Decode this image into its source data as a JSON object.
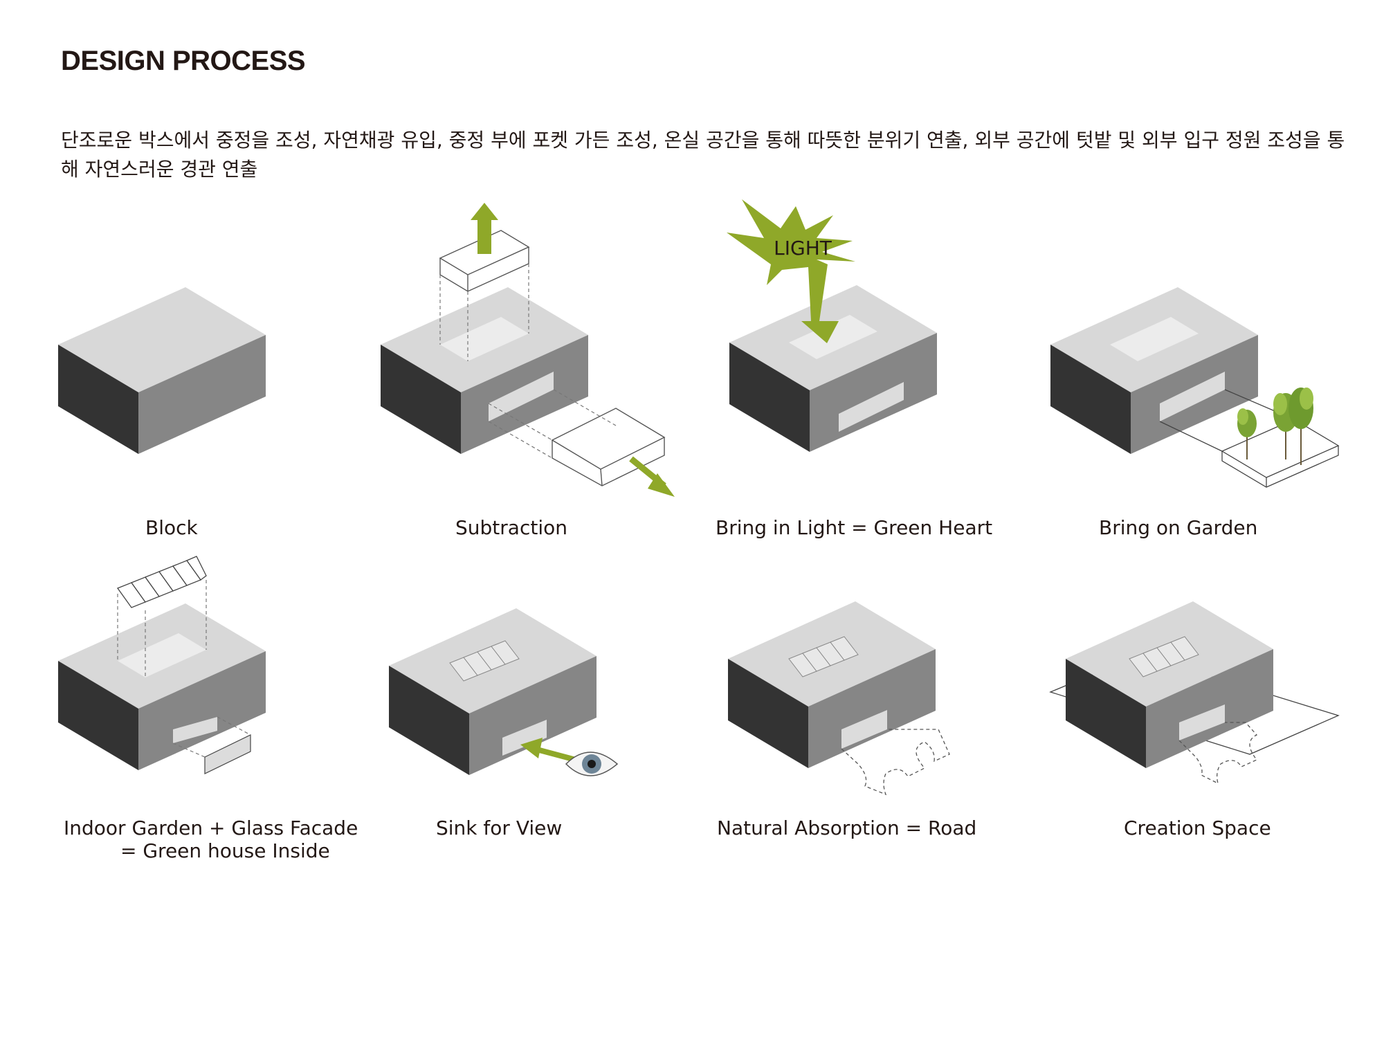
{
  "title": "DESIGN PROCESS",
  "description": "단조로운 박스에서 중정을 조성, 자연채광 유입, 중정 부에 포켓 가든 조성, 온실 공간을 통해 따뜻한 분위기 연출, 외부 공간에 텃밭 및 외부 입구 정원 조성을 통해 자연스러운 경관 연출",
  "light_label": "LIGHT",
  "steps": [
    {
      "caption": "Block"
    },
    {
      "caption": "Subtraction"
    },
    {
      "caption": "Bring in Light = Green Heart"
    },
    {
      "caption": "Bring on Garden"
    },
    {
      "caption": "Indoor Garden + Glass Facade",
      "caption_line2": "= Green house Inside"
    },
    {
      "caption": "Sink for View"
    },
    {
      "caption": "Natural Absorption = Road"
    },
    {
      "caption": "Creation Space"
    }
  ],
  "colors": {
    "top_face": "#d8d8d8",
    "left_face": "#333333",
    "right_face": "#868686",
    "accent_green": "#8fa829",
    "cutout": "#ececec"
  }
}
